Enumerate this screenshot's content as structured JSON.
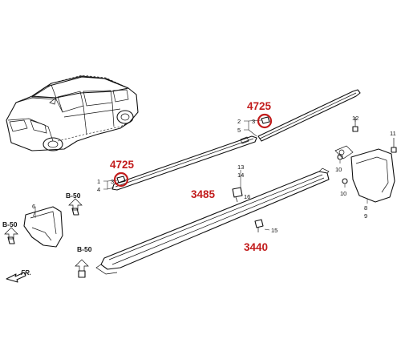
{
  "diagram": {
    "callouts": {
      "c4725_upper": "4725",
      "c4725_lower": "4725",
      "c3485": "3485",
      "c3440": "3440"
    },
    "part_numbers": {
      "n1": "1",
      "n2": "2",
      "n3a": "3",
      "n3b": "3",
      "n4": "4",
      "n5": "5",
      "n6": "6",
      "n7": "7",
      "n8": "8",
      "n9": "9",
      "n10a": "10",
      "n10b": "10",
      "n11": "11",
      "n12": "12",
      "n13": "13",
      "n14": "14",
      "n15": "15",
      "n16": "16"
    },
    "ref_labels": {
      "b50_a": "B-50",
      "b50_b": "B-50",
      "b50_c": "B-50"
    },
    "direction": "FR.",
    "colors": {
      "callout": "#c21c1c",
      "line": "#111111",
      "background": "#ffffff"
    }
  }
}
